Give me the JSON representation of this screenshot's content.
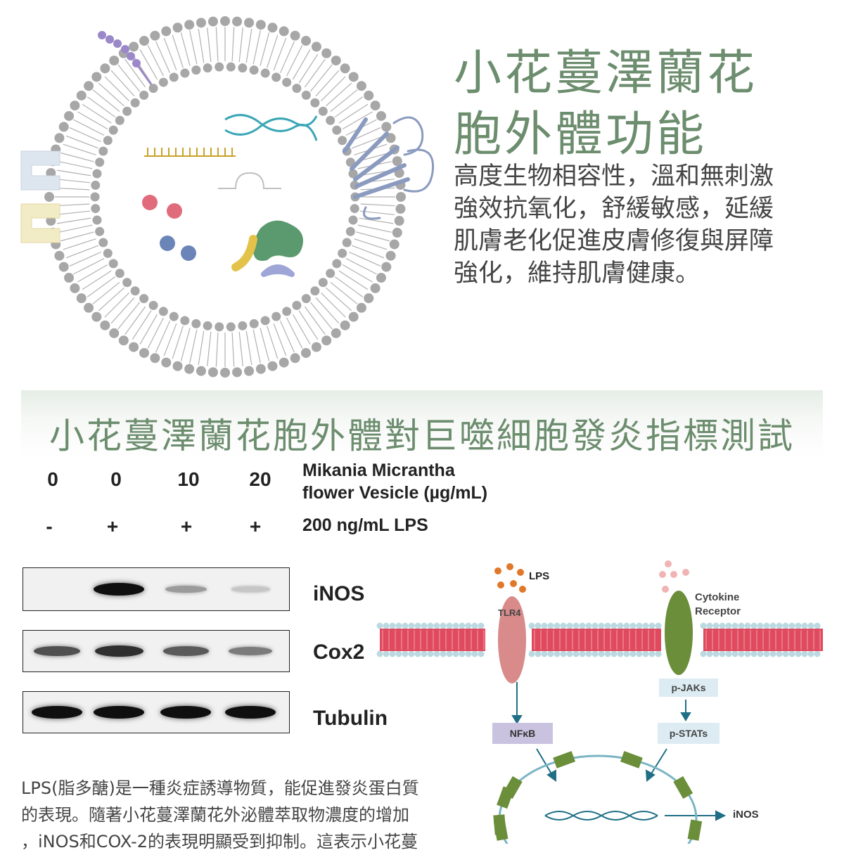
{
  "title": {
    "line1": "小花蔓澤蘭花",
    "line2": "胞外體功能"
  },
  "description": [
    "高度生物相容性，溫和無刺激",
    "強效抗氧化，舒緩敏感，延緩",
    "肌膚老化促進皮膚修復與屏障",
    "強化，維持肌膚健康。"
  ],
  "section_title": "小花蔓澤蘭花胞外體對巨噬細胞發炎指標測試",
  "experiment": {
    "concentrations": [
      "0",
      "0",
      "10",
      "20"
    ],
    "concentration_label_line1": "Mikania Micrantha",
    "concentration_label_line2": "flower Vesicle (µg/mL)",
    "lps_signs": [
      "-",
      "+",
      "+",
      "+"
    ],
    "lps_label": "200 ng/mL LPS",
    "blots": [
      {
        "label": "iNOS",
        "band_intensity": [
          0,
          1.0,
          0.35,
          0.15
        ]
      },
      {
        "label": "Cox2",
        "band_intensity": [
          0.7,
          0.85,
          0.65,
          0.5
        ]
      },
      {
        "label": "Tubulin",
        "band_intensity": [
          1.0,
          1.0,
          1.0,
          1.0
        ]
      }
    ]
  },
  "pathway": {
    "lps": "LPS",
    "tlr4": "TLR4",
    "cytokine_receptor_line1": "Cytokine",
    "cytokine_receptor_line2": "Receptor",
    "pjaks": "p-JAKs",
    "pstats": "p-STATs",
    "nfkb": "NFκB",
    "inos": "iNOS"
  },
  "bottom_text": [
    "LPS(脂多醣)是一種炎症誘導物質，能促進發炎蛋白質",
    "的表現。隨著小花蔓澤蘭花外泌體萃取物濃度的增加",
    "，iNOS和COX-2的表現明顯受到抑制。這表示小花蔓"
  ],
  "colors": {
    "title_green": "#6c8d6e",
    "membrane_red": "#e04a5f",
    "tlr4_pink": "#d98a8a",
    "receptor_green": "#6b8e3a",
    "nucleus_green": "#6b8e3a",
    "box_lavender": "#c9c3e0",
    "box_lightblue": "#dcecf2"
  }
}
